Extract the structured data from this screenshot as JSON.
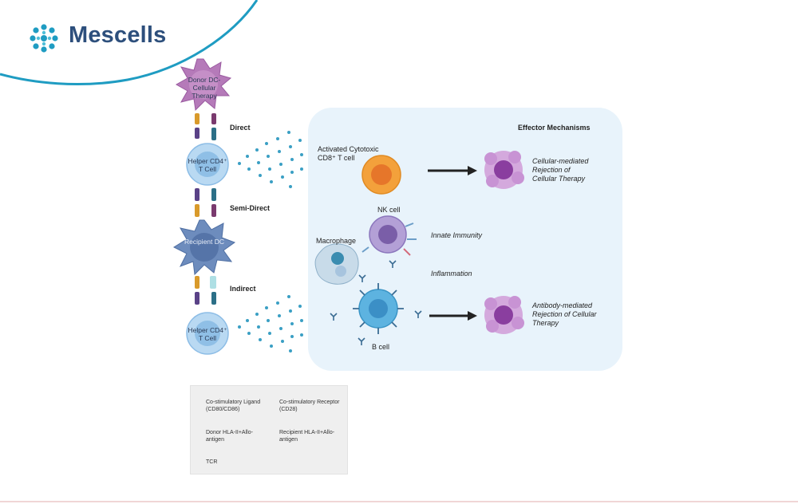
{
  "brand": {
    "name": "Mescells",
    "color": "#2d4f7c",
    "accent": "#1f9cc2"
  },
  "presenting_cells": {
    "donor_dc": "Donor DC- Cellular Therapy",
    "helper_top": "Helper CD4⁺ T Cell",
    "recipient_dc": "Recipient DC",
    "helper_bottom": "Helper CD4⁺ T Cell"
  },
  "pathways": {
    "direct": "Direct",
    "semi_direct": "Semi-Direct",
    "indirect": "Indirect"
  },
  "effector": {
    "title": "Effector Mechanisms",
    "ctl": "Activated  Cytotoxic CD8⁺ T cell",
    "nk": "NK cell",
    "macrophage": "Macrophage",
    "b_cell": "B cell",
    "innate": "Innate Immunity",
    "inflammation": "Inflammation",
    "cellular_rejection": "Cellular-mediated Rejection of Cellular Therapy",
    "antibody_rejection": "Antibody-mediated Rejection of Cellular Therapy"
  },
  "legend": {
    "costim_ligand": "Co-stimulatory Ligand (CD80/CD86)",
    "costim_receptor": "Co-stimulatory Receptor (CD28)",
    "donor_antigen": "Donor HLA-II+Allo-antigen",
    "recipient_antigen": "Recipient HLA-II+Allo-antigen",
    "tcr": "TCR"
  },
  "colors": {
    "panel": "#e8f3fb",
    "dc_donor": "#b57ab9",
    "t_cell": "#9cc7ea",
    "dc_recipient": "#5f7fb3",
    "ctl": "#f3a13b",
    "nk": "#9d86c3",
    "b_cell": "#5db3e0",
    "rejected": "#9a56b0",
    "ligand": "#d99a2b",
    "receptor": "#5a4287",
    "tcr": "#2c6f87"
  }
}
